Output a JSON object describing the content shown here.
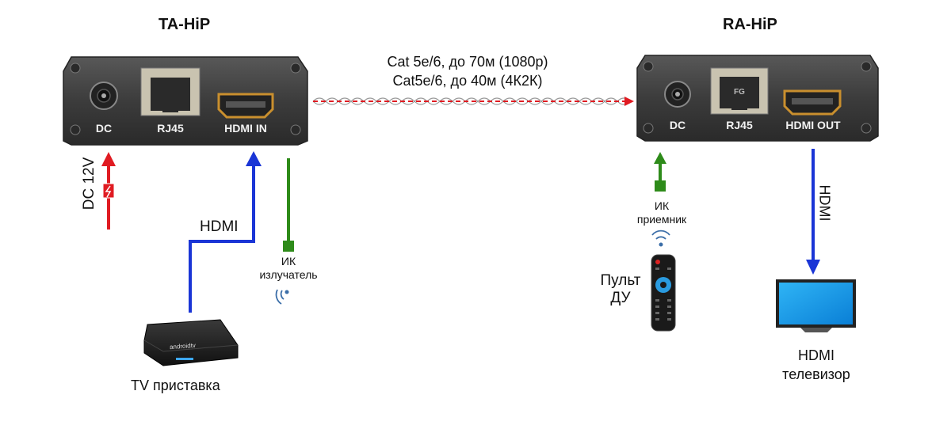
{
  "transmitter": {
    "title": "TA-HiP",
    "ports": [
      "DC",
      "RJ45",
      "HDMI IN"
    ]
  },
  "receiver": {
    "title": "RA-HiP",
    "ports": [
      "DC",
      "RJ45",
      "HDMI OUT"
    ],
    "rj45_marking": "FG"
  },
  "cable": {
    "line1": "Cat 5e/6, до 70м (1080p)",
    "line2": "Cat5e/6, до 40м (4К2К)"
  },
  "left_side": {
    "power_label": "DC 12V",
    "hdmi_label": "HDMI",
    "ir_label_1": "ИК",
    "ir_label_2": "излучатель",
    "box_brand": "androidtv",
    "box_label": "TV приставка"
  },
  "right_side": {
    "ir_label_1": "ИК",
    "ir_label_2": "приемник",
    "remote_label_1": "Пульт",
    "remote_label_2": "ДУ",
    "hdmi_label": "HDMI",
    "tv_label_1": "HDMI",
    "tv_label_2": "телевизор"
  },
  "colors": {
    "power": "#e01b22",
    "hdmi": "#1a35d6",
    "ir": "#2e8b1a",
    "cable": "#e01b22",
    "device": "#3a3a3a"
  }
}
